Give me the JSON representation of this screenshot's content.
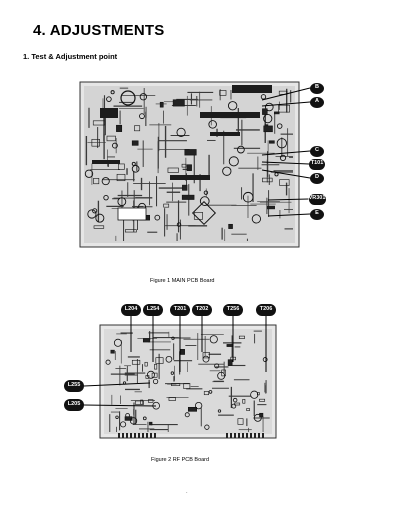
{
  "section_title": "4. ADJUSTMENTS",
  "subsection_title": "1. Test & Adjustment point",
  "figure1": {
    "caption": "Figure 1 MAIN PCB Board",
    "labels": [
      "B",
      "A",
      "C",
      "T101",
      "D",
      "VR301",
      "E"
    ]
  },
  "figure2": {
    "caption": "Figure 2 RF PCB Board",
    "top_labels": [
      "L204",
      "L254",
      "T201",
      "T202",
      "T256",
      "T206"
    ],
    "left_labels": [
      "L255",
      "L205"
    ]
  },
  "page_mark": "-"
}
